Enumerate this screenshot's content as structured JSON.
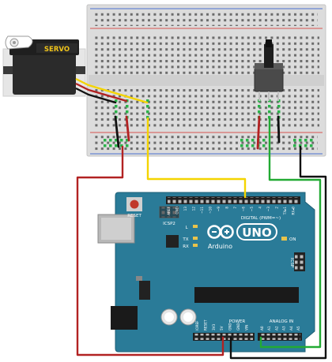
{
  "colors": {
    "background": "#ffffff",
    "breadboard": "#dcdcdc",
    "rail_red": "#d9534f",
    "rail_blue": "#4a6fd1",
    "arduino_board": "#2a7b98",
    "servo_body": "#2b2b2b",
    "servo_label": "#f0c419",
    "wire_red": "#b22222",
    "wire_yellow": "#f4d400",
    "wire_black": "#111111",
    "wire_green": "#22aa33",
    "hole_green": "#2bb34a"
  },
  "servo": {
    "label": "SERVO"
  },
  "arduino": {
    "logo_text": "Arduino",
    "model": "UNO",
    "reset_label": "RESET",
    "icsp2_label": "ICSP2",
    "icsp_label": "ICSP",
    "on_label": "ON",
    "l_label": "L",
    "tx_label": "TX",
    "rx_label": "RX",
    "digital_label": "DIGITAL (PWM=~)",
    "power_label": "POWER",
    "analog_label": "ANALOG IN",
    "digital_pins": [
      "AREF",
      "GND",
      "13",
      "12",
      "~11",
      "~10",
      "~9",
      "8",
      "7",
      "~6",
      "~5",
      "4",
      "~3",
      "2",
      "TX▸1",
      "RX◂0"
    ],
    "power_pins": [
      "IOREF",
      "RESET",
      "3V3",
      "5V",
      "GND",
      "GND",
      "VIN"
    ],
    "analog_pins": [
      "A0",
      "A1",
      "A2",
      "A3",
      "A4",
      "A5"
    ]
  },
  "potentiometer": {
    "icon": "potentiometer-icon"
  }
}
